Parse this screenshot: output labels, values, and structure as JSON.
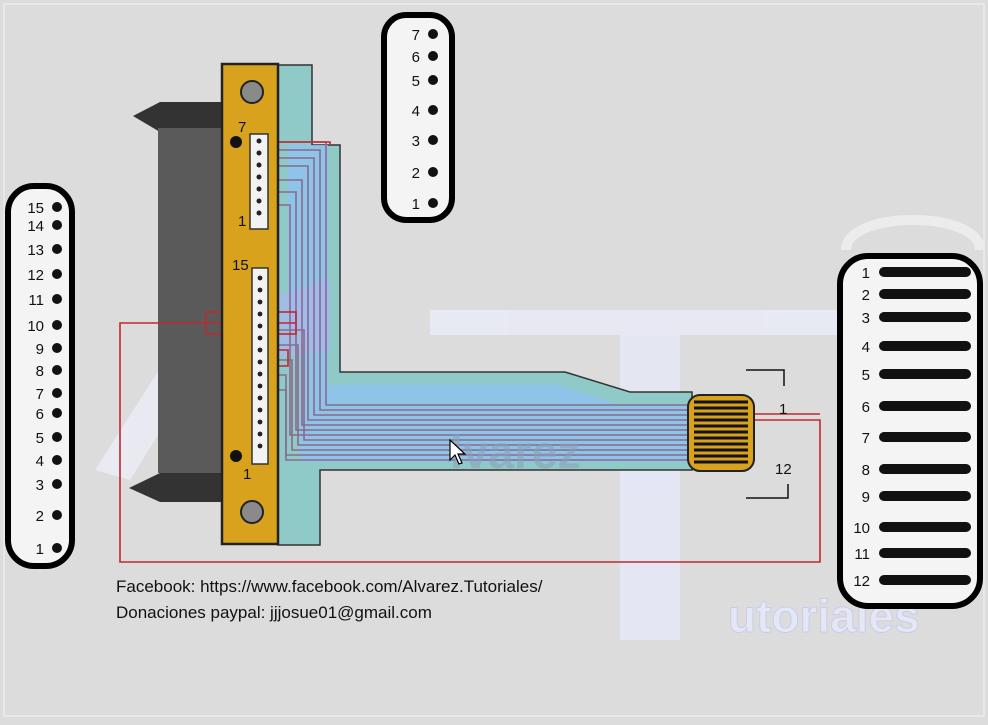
{
  "diagram": {
    "left_connector": {
      "pins": [
        "15",
        "14",
        "13",
        "12",
        "11",
        "10",
        "9",
        "8",
        "7",
        "6",
        "5",
        "4",
        "3",
        "2",
        "1"
      ]
    },
    "top_connector": {
      "pins": [
        "7",
        "6",
        "5",
        "4",
        "3",
        "2",
        "1"
      ]
    },
    "right_connector": {
      "pins": [
        "1",
        "2",
        "3",
        "4",
        "5",
        "6",
        "7",
        "8",
        "9",
        "10",
        "11",
        "12"
      ]
    },
    "board": {
      "upper_header": {
        "top_label": "7",
        "bottom_label": "1"
      },
      "lower_header": {
        "top_label": "15",
        "bottom_label": "1"
      }
    },
    "flex_connector": {
      "label_first": "1",
      "label_last": "12"
    }
  },
  "watermark": {
    "word_1": "lvarez",
    "word_2": "utoriales"
  },
  "footer": {
    "facebook": "Facebook: https://www.facebook.com/Alvarez.Tutoriales/",
    "paypal": "Donaciones paypal: jjjosue01@gmail.com"
  },
  "colors": {
    "background": "#dcdcdc",
    "board": "#d8a21c",
    "flex_cable": "#8fc9c8",
    "flex_highlight": "#8dc3ec",
    "wire_red": "#c0282e",
    "wire_purple": "#8a5a8a",
    "connector_outline": "#000000"
  }
}
